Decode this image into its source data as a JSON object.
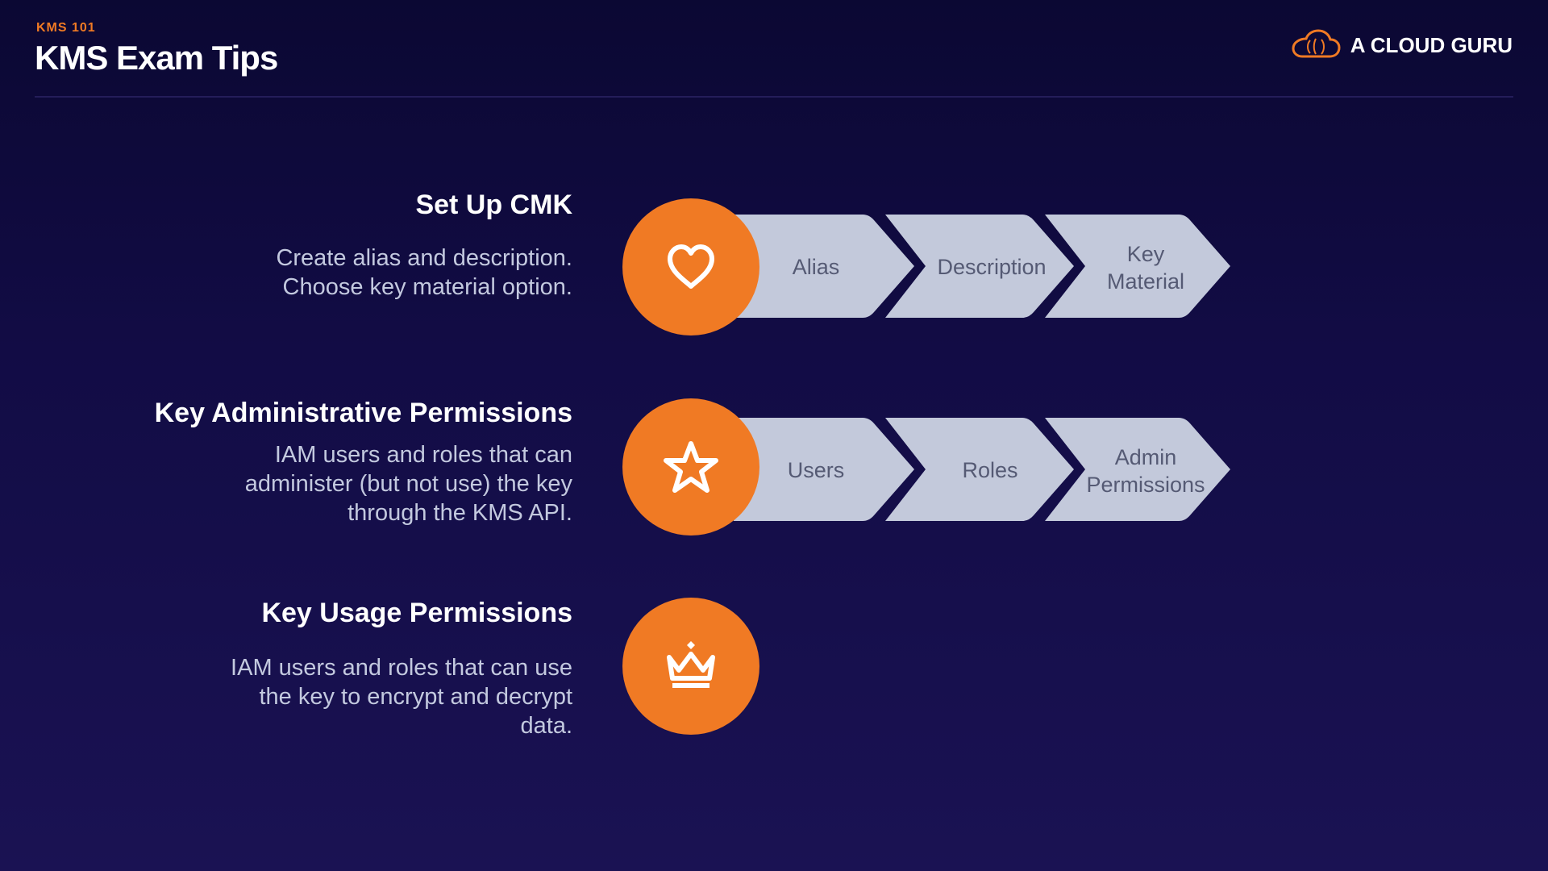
{
  "header": {
    "eyebrow": "KMS 101",
    "title": "KMS Exam Tips",
    "brand": "A CLOUD GURU"
  },
  "colors": {
    "accent": "#f07a24",
    "chevron": "#c3c9db",
    "background": "#120c45"
  },
  "rows": [
    {
      "heading": "Set Up CMK",
      "lines": [
        "Create alias and description.",
        "Choose key material option."
      ],
      "icon": "heart-icon",
      "steps": [
        [
          "Alias"
        ],
        [
          "Description"
        ],
        [
          "Key",
          "Material"
        ]
      ]
    },
    {
      "heading": "Key Administrative Permissions",
      "lines": [
        "IAM users and roles that can",
        "administer (but not use) the key",
        "through the KMS API."
      ],
      "icon": "star-icon",
      "steps": [
        [
          "Users"
        ],
        [
          "Roles"
        ],
        [
          "Admin",
          "Permissions"
        ]
      ]
    },
    {
      "heading": "Key Usage Permissions",
      "lines": [
        "IAM users and roles that can use",
        "the key to encrypt and decrypt",
        "data."
      ],
      "icon": "crown-icon",
      "steps": []
    }
  ]
}
